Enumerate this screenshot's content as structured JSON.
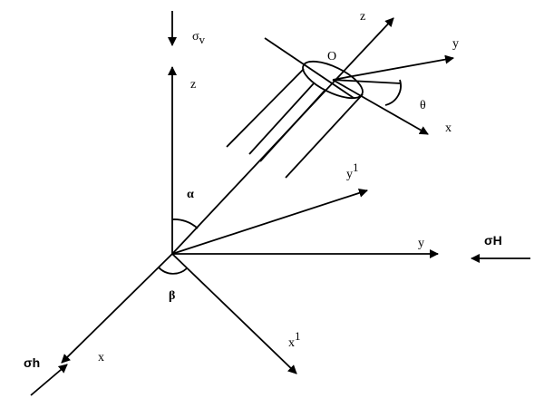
{
  "labels": {
    "sigma_v": "σ",
    "sigma_v_sub": "v",
    "z_global": "z",
    "z_borehole": "z",
    "origin_o": "O",
    "y_borehole": "y",
    "theta": "θ",
    "x_borehole": "x",
    "y_prime": "y",
    "y_prime_sup": "1",
    "alpha": "α",
    "y_global": "y",
    "sigma_H": "σH",
    "beta": "β",
    "x_prime": "x",
    "x_prime_sup": "1",
    "sigma_h": "σh",
    "x_global": "x"
  },
  "colors": {
    "ink": "#000000",
    "background": "#ffffff"
  }
}
